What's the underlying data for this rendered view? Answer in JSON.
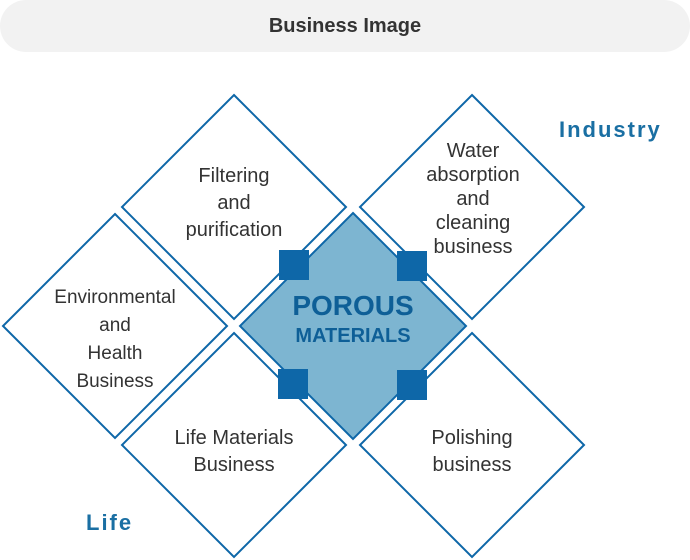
{
  "header": {
    "title": "Business Image"
  },
  "axes": {
    "industry": "Industry",
    "life": "Life"
  },
  "center": {
    "line1": "POROUS",
    "line2": "MATERIALS"
  },
  "diamonds": {
    "filtering": "Filtering\nand\npurification",
    "water": "Water\nabsorption\nand\ncleaning\nbusiness",
    "environmental": "Environmental\nand\nHealth\nBusiness",
    "life_materials": "Life Materials\nBusiness",
    "polishing": "Polishing\nbusiness"
  },
  "colors": {
    "diamond_border": "#0e67a8",
    "center_fill": "#7db5d1",
    "square_fill": "#0e67a8",
    "text_accent": "#1a6fa3"
  }
}
